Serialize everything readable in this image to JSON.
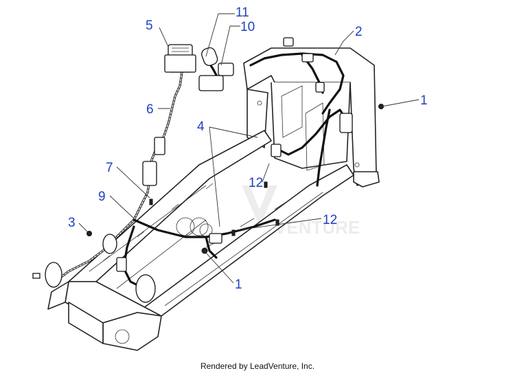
{
  "callouts": [
    {
      "id": "c1a",
      "label": "1"
    },
    {
      "id": "c1b",
      "label": "1"
    },
    {
      "id": "c2",
      "label": "2"
    },
    {
      "id": "c3",
      "label": "3"
    },
    {
      "id": "c4",
      "label": "4"
    },
    {
      "id": "c5",
      "label": "5"
    },
    {
      "id": "c6",
      "label": "6"
    },
    {
      "id": "c7",
      "label": "7"
    },
    {
      "id": "c9",
      "label": "9"
    },
    {
      "id": "c10",
      "label": "10"
    },
    {
      "id": "c11",
      "label": "11"
    },
    {
      "id": "c12a",
      "label": "12"
    },
    {
      "id": "c12b",
      "label": "12"
    }
  ],
  "watermark_text": "VENTURE",
  "credit": "Rendered by LeadVenture, Inc.",
  "colors": {
    "callout": "#1f3fbf",
    "line": "#222222",
    "background": "#ffffff"
  }
}
